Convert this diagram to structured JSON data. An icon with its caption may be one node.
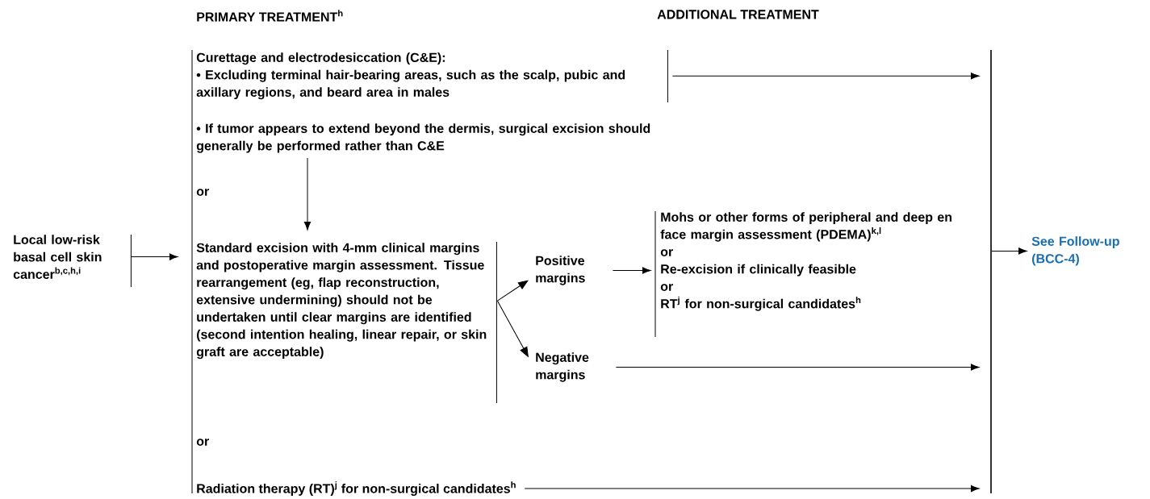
{
  "diagram": {
    "nodes": [
      {
        "text": [
          "Local low-risk basal cell skin cancer$^{b,c,h,i}$"
        ]
      },
      {
        "text": [
          "Curettage and electrodesiccation (C&E):",
          "• Excluding terminal hair-bearing areas, such as the scalp, pubic and axillary regions, and beard area in males"
        ]
      },
      {
        "text": [
          "• If tumor appears to extend beyond the dermis, surgical excision should generally be performed rather than C&E"
        ]
      },
      {
        "text": [
          "Standard excision with 4-mm clinical margins and postoperative margin assessment. Tissue rearrangement (eg, flap reconstruction, extensive undermining) should not be undertaken until clear margins are identified (second intention healing, linear repair, or skin graft are acceptable)"
        ]
      },
      {
        "text": [
          "Positive margins"
        ]
      },
      {
        "text": [
          "Negative margins"
        ]
      },
      {
        "text": [
          "Mohs or other forms of peripheral and deep en face margin assessment (PDEMA)$^{k,l}$",
          "or",
          "Re-excision if clinically feasible",
          "or",
          "RT$^{j}$ for non-surgical candidates$^{h}$"
        ]
      },
      {
        "text": [
          "Radiation therapy (RT)$^{j}$ for non-surgical candidates$^{h}$"
        ]
      },
      {
        "text": [
          "See Follow-up (BCC-4)"
        ]
      },
      {
        "text": [],
        "shape": "bar"
      }
    ],
    "edges": [
      {
        "from": 0,
        "to": 3,
        "arrow": "to"
      },
      {
        "from": 1,
        "to": 9,
        "arrow": "to"
      },
      {
        "from": 2,
        "to": 3,
        "arrow": "to"
      },
      {
        "from": 3,
        "to": 4,
        "arrow": "to"
      },
      {
        "from": 3,
        "to": 5,
        "arrow": "to"
      },
      {
        "from": 4,
        "to": 6,
        "arrow": "to"
      },
      {
        "from": 5,
        "to": 9,
        "arrow": "to"
      },
      {
        "from": 7,
        "to": 9,
        "arrow": "to"
      },
      {
        "from": 9,
        "to": 8,
        "arrow": "to"
      }
    ],
    "labels": [
      "PRIMARY TREATMENT$^{h}$",
      "ADDITIONAL TREATMENT",
      "or",
      "or"
    ]
  }
}
